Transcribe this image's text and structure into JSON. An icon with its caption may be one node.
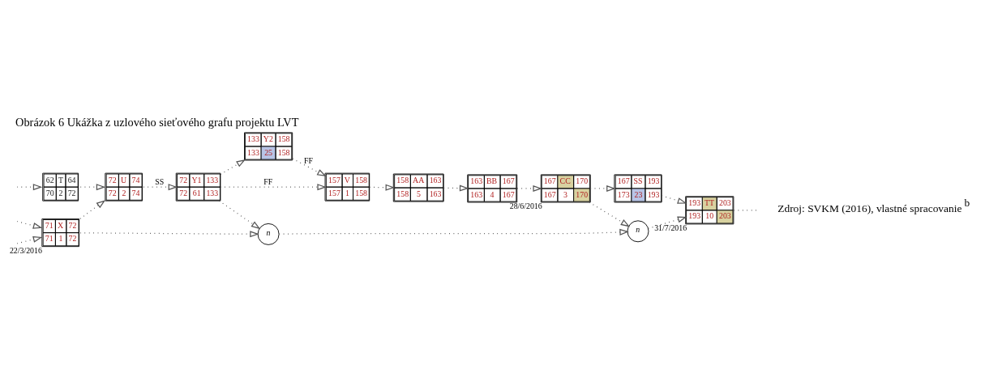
{
  "diagram": {
    "title": "Obrázok 6 Ukážka z uzlového sieťového grafu projektu LVT",
    "caption": "Zdroj: SVKM (2016), vlastné spracovanie$^{b}$",
    "nodes": [
      {
        "text": [
          "62",
          "T",
          "64",
          "70",
          "2",
          "72"
        ]
      },
      {
        "text": [
          "72",
          "U",
          "74",
          "72",
          "2",
          "74"
        ]
      },
      {
        "text": [
          "71",
          "X",
          "72",
          "71",
          "1",
          "72"
        ],
        "beside": [
          "22/3/2016"
        ]
      },
      {
        "text": [
          "72",
          "Y1",
          "133",
          "72",
          "61",
          "133"
        ]
      },
      {
        "text": [
          "157",
          "V",
          "158",
          "157",
          "1",
          "158"
        ]
      },
      {
        "text": [
          "133",
          "Y2",
          "158",
          "133",
          "25",
          "158"
        ]
      },
      {
        "text": [
          "158",
          "AA",
          "163",
          "158",
          "5",
          "163"
        ]
      },
      {
        "text": [
          "163",
          "BB",
          "167",
          "163",
          "4",
          "167"
        ]
      },
      {
        "text": [
          "167",
          "CC",
          "170",
          "167",
          "3",
          "170"
        ],
        "beside": [
          "28/6/2016"
        ]
      },
      {
        "text": [
          "167",
          "SS",
          "193",
          "173",
          "23",
          "193"
        ]
      },
      {
        "text": [
          "193",
          "TT",
          "203",
          "193",
          "10",
          "203"
        ],
        "beside": [
          "31/7/2016"
        ]
      },
      {
        "text": [
          "n"
        ]
      },
      {
        "text": [
          "n"
        ]
      }
    ],
    "edges": [
      {
        "from": null,
        "to": 0,
        "arrow": "to",
        "style": "dashed"
      },
      {
        "from": null,
        "to": 2,
        "arrow": "to",
        "style": "dashed"
      },
      {
        "from": null,
        "to": 2,
        "arrow": "to",
        "style": "dashed"
      },
      {
        "from": 0,
        "to": 1,
        "arrow": "to",
        "style": "dashed"
      },
      {
        "from": 2,
        "to": 1,
        "arrow": "to",
        "style": "dashed"
      },
      {
        "from": 1,
        "to": 3,
        "arrow": "to",
        "label": "SS",
        "style": "dashed"
      },
      {
        "from": 3,
        "to": 4,
        "arrow": "to",
        "label": "FF",
        "style": "dashed"
      },
      {
        "from": 3,
        "to": 5,
        "arrow": "to",
        "style": "dashed"
      },
      {
        "from": 5,
        "to": 4,
        "arrow": "to",
        "label": "FF",
        "style": "dashed"
      },
      {
        "from": 4,
        "to": 6,
        "arrow": "to",
        "style": "dashed"
      },
      {
        "from": 6,
        "to": 7,
        "arrow": "to",
        "style": "dashed"
      },
      {
        "from": 7,
        "to": 8,
        "arrow": "to",
        "style": "dashed"
      },
      {
        "from": 8,
        "to": 9,
        "arrow": "to",
        "style": "dashed"
      },
      {
        "from": 8,
        "to": 12,
        "arrow": "to",
        "style": "dashed"
      },
      {
        "from": 2,
        "to": 11,
        "arrow": "to",
        "style": "dashed"
      },
      {
        "from": 3,
        "to": 11,
        "arrow": "to",
        "style": "dashed"
      },
      {
        "from": 11,
        "to": 12,
        "arrow": "to",
        "style": "dashed"
      },
      {
        "from": 9,
        "to": 10,
        "arrow": "to",
        "style": "dashed"
      },
      {
        "from": 12,
        "to": 10,
        "arrow": "to",
        "style": "dashed"
      },
      {
        "from": 10,
        "to": null,
        "arrow": "none",
        "style": "dashed"
      }
    ]
  }
}
